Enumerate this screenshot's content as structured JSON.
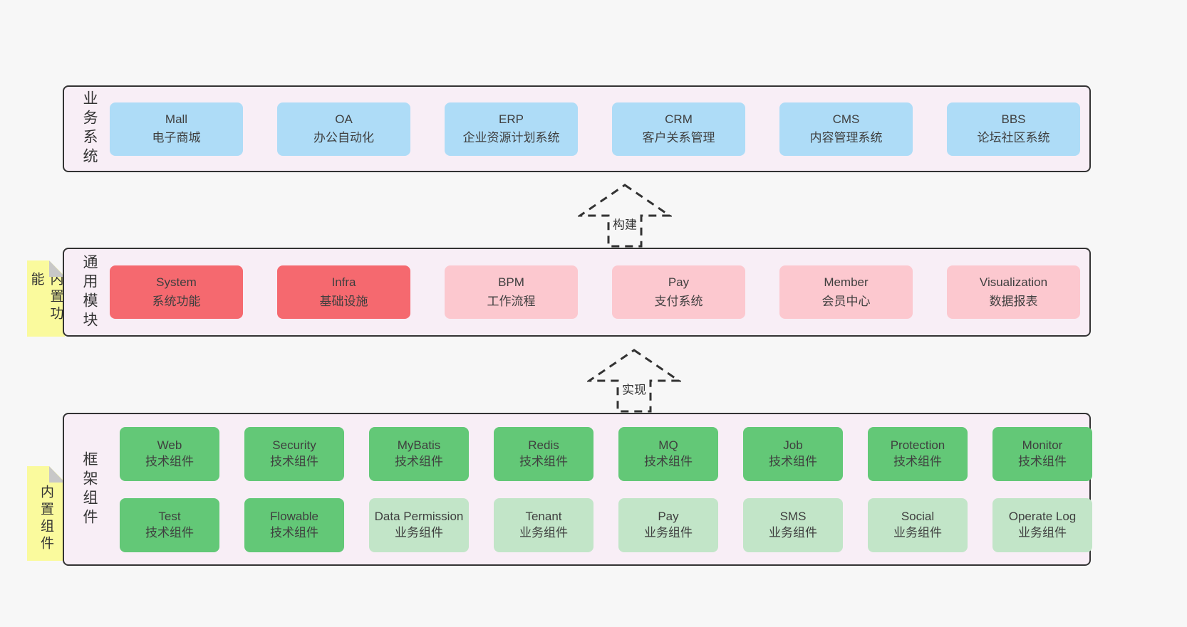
{
  "palette": {
    "page-bg": "#f7f7f7",
    "layer-bg": "#f8eef6",
    "layer-border": "#333333",
    "blue": "#aedcf7",
    "red": "#f5696f",
    "pink": "#fcc8cf",
    "green": "#63c877",
    "light-green": "#c2e5c8",
    "sticky-yellow": "#fafa9d",
    "sticky-fold": "#c8c8c8",
    "text": "#3f3f3f"
  },
  "arrows": [
    {
      "label": "构建"
    },
    {
      "label": "实现"
    }
  ],
  "layers": {
    "business": {
      "label": "业务系统",
      "boxes": [
        {
          "title": "Mall",
          "subtitle": "电子商城"
        },
        {
          "title": "OA",
          "subtitle": "办公自动化"
        },
        {
          "title": "ERP",
          "subtitle": "企业资源计划系统"
        },
        {
          "title": "CRM",
          "subtitle": "客户关系管理"
        },
        {
          "title": "CMS",
          "subtitle": "内容管理系统"
        },
        {
          "title": "BBS",
          "subtitle": "论坛社区系统"
        }
      ]
    },
    "modules": {
      "label": "通用模块",
      "sticky": "内置功能",
      "boxes": [
        {
          "title": "System",
          "subtitle": "系统功能",
          "color": "red"
        },
        {
          "title": "Infra",
          "subtitle": "基础设施",
          "color": "red"
        },
        {
          "title": "BPM",
          "subtitle": "工作流程",
          "color": "pink"
        },
        {
          "title": "Pay",
          "subtitle": "支付系统",
          "color": "pink"
        },
        {
          "title": "Member",
          "subtitle": "会员中心",
          "color": "pink"
        },
        {
          "title": "Visualization",
          "subtitle": "数据报表",
          "color": "pink"
        }
      ]
    },
    "components": {
      "label": "框架组件",
      "sticky": "内置组件",
      "row1": [
        {
          "title": "Web",
          "subtitle": "技术组件",
          "color": "green"
        },
        {
          "title": "Security",
          "subtitle": "技术组件",
          "color": "green"
        },
        {
          "title": "MyBatis",
          "subtitle": "技术组件",
          "color": "green"
        },
        {
          "title": "Redis",
          "subtitle": "技术组件",
          "color": "green"
        },
        {
          "title": "MQ",
          "subtitle": "技术组件",
          "color": "green"
        },
        {
          "title": "Job",
          "subtitle": "技术组件",
          "color": "green"
        },
        {
          "title": "Protection",
          "subtitle": "技术组件",
          "color": "green"
        },
        {
          "title": "Monitor",
          "subtitle": "技术组件",
          "color": "green"
        }
      ],
      "row2": [
        {
          "title": "Test",
          "subtitle": "技术组件",
          "color": "green"
        },
        {
          "title": "Flowable",
          "subtitle": "技术组件",
          "color": "green"
        },
        {
          "title": "Data Permission",
          "subtitle": "业务组件",
          "color": "light-green"
        },
        {
          "title": "Tenant",
          "subtitle": "业务组件",
          "color": "light-green"
        },
        {
          "title": "Pay",
          "subtitle": "业务组件",
          "color": "light-green"
        },
        {
          "title": "SMS",
          "subtitle": "业务组件",
          "color": "light-green"
        },
        {
          "title": "Social",
          "subtitle": "业务组件",
          "color": "light-green"
        },
        {
          "title": "Operate Log",
          "subtitle": "业务组件",
          "color": "light-green"
        }
      ]
    }
  }
}
